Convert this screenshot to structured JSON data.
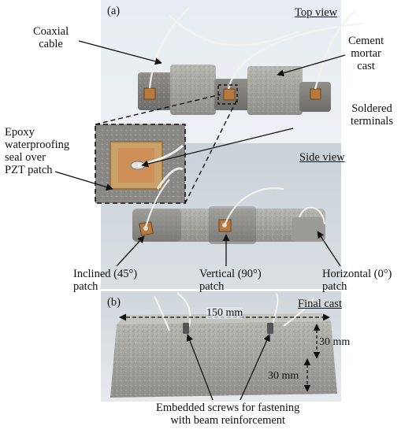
{
  "figure": {
    "panel_a": "(a)",
    "panel_b": "(b)",
    "views": {
      "top": "Top view",
      "side": "Side view",
      "final": "Final cast"
    },
    "labels": {
      "coaxial": "Coaxial\ncable",
      "cement": "Cement\nmortar\ncast",
      "soldered": "Soldered\nterminals",
      "epoxy": "Epoxy\nwaterproofing\nseal over\nPZT patch",
      "inclined": "Inclined (45°)\npatch",
      "vertical": "Vertical (90°)\npatch",
      "horizontal": "Horizontal (0°)\npatch",
      "screws": "Embedded screws for fastening\nwith beam reinforcement"
    },
    "dimensions": {
      "length": "150 mm",
      "height_top": "30 mm",
      "height_side": "30 mm"
    },
    "colors": {
      "cement": "#a9a9a4",
      "pzt": "#b87a3c",
      "background_top": "#e9eef3",
      "background_bottom": "#d6dbe0"
    }
  }
}
